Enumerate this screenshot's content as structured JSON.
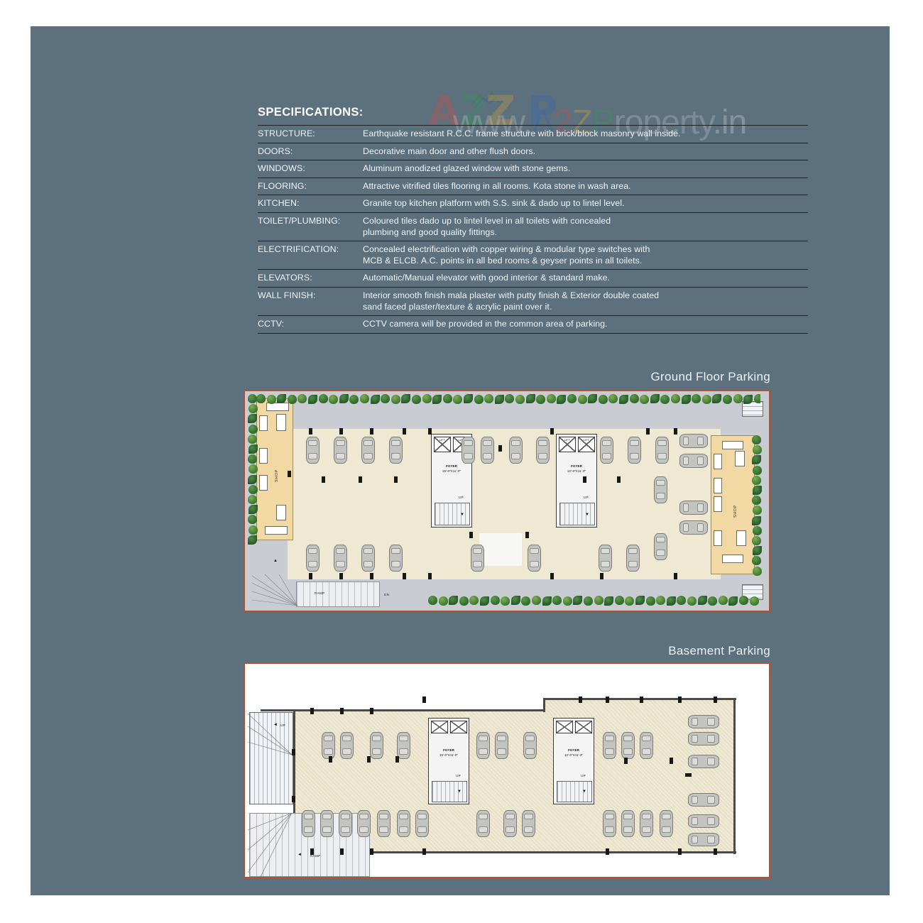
{
  "watermark": {
    "logo": "A2Z",
    "url": "www.A2ZProperty.in"
  },
  "specifications": {
    "title": "SPECIFICATIONS:",
    "rows": [
      {
        "label": "STRUCTURE:",
        "lines": [
          "Earthquake resistant R.C.C. frame structure with brick/block masonry wall inside."
        ]
      },
      {
        "label": "DOORS:",
        "lines": [
          "Decorative main door and other flush doors."
        ]
      },
      {
        "label": "WINDOWS:",
        "lines": [
          "Aluminum anodized glazed window with stone gems."
        ]
      },
      {
        "label": "FLOORING:",
        "lines": [
          "Attractive vitrified tiles flooring in all rooms. Kota stone in wash area."
        ]
      },
      {
        "label": "KITCHEN:",
        "lines": [
          "Granite top kitchen platform with S.S. sink & dado up to lintel level."
        ]
      },
      {
        "label": "TOILET/PLUMBING:",
        "lines": [
          "Coloured tiles dado up to lintel level in all toilets with concealed",
          "plumbing and good quality fittings."
        ]
      },
      {
        "label": "ELECTRIFICATION:",
        "lines": [
          "Concealed electrification with copper wiring & modular type switches with",
          "MCB & ELCB. A.C. points in all bed rooms & geyser points in all toilets."
        ]
      },
      {
        "label": "ELEVATORS:",
        "lines": [
          "Automatic/Manual elevator with good interior & standard make."
        ]
      },
      {
        "label": "WALL FINISH:",
        "lines": [
          "Interior smooth finish mala plaster with putty finish & Exterior double coated",
          "sand faced plaster/texture & acrylic paint over it."
        ]
      },
      {
        "label": "CCTV:",
        "lines": [
          "CCTV camera will be provided in the common area of parking."
        ]
      }
    ]
  },
  "plans": {
    "ground": {
      "caption": "Ground Floor Parking",
      "labels": {
        "shop_left": "SHOP",
        "shop_right": "SHOP",
        "ramp": "RAMP",
        "dn": "DN",
        "up": "UP",
        "lift": "LIFT",
        "foyer": "FOYER",
        "foyer_dim_left": "15'-0\"X11'-0\"",
        "foyer_dim_right": "12'-0\"X11'-3\""
      }
    },
    "basement": {
      "caption": "Basement Parking",
      "labels": {
        "ramp": "RAMP",
        "up": "UP",
        "foyer": "FOYER",
        "foyer_dim_left": "15'-0\"X11'-0\"",
        "foyer_dim_right": "12'-0\"X11'-3\""
      }
    }
  },
  "colors": {
    "panel_bg": "#5d707e",
    "plan_border": "#b5512a",
    "slab": "#efe8d2",
    "shop": "#f2d9a4",
    "drive": "#c9ccd2"
  }
}
